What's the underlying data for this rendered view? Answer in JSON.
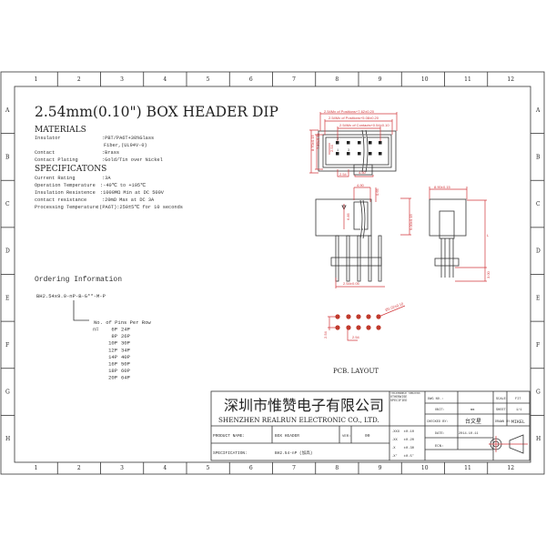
{
  "title": "2.54mm(0.10\") BOX HEADER DIP",
  "grid": {
    "columns": [
      "1",
      "2",
      "3",
      "4",
      "5",
      "6",
      "7",
      "8",
      "9",
      "10",
      "11",
      "12"
    ],
    "rows": [
      "A",
      "B",
      "C",
      "D",
      "E",
      "F",
      "G",
      "H"
    ]
  },
  "materials": {
    "heading": "MATERIALS",
    "items": [
      {
        "label": "Insulator",
        "value": ":PBT/PA6T+30%Glass"
      },
      {
        "label": "",
        "value": "Fiber,(UL94V-0)"
      },
      {
        "label": "Contact",
        "value": ":Brass"
      },
      {
        "label": "Contact Plating",
        "value": ":Gold/Tin over Nickel"
      }
    ]
  },
  "specifications": {
    "heading": "SPECIFICATONS",
    "items": [
      {
        "label": "Current Rating",
        "value": ":3A"
      },
      {
        "label": "Operation Temperature",
        "value": ":-40℃ to +105℃"
      },
      {
        "label": "Insulation Resistence",
        "value": ":1000MΩ Min at DC 500V"
      },
      {
        "label": "contact resistance",
        "value": ":20mΩ Max at DC 3A"
      },
      {
        "label": "Processing Temperature",
        "value": ":(PA6T):250±5℃ for 10 seconds"
      }
    ]
  },
  "ordering": {
    "heading": "Ordering Information",
    "code": "BH2.54x9.0-nP-B-G**-M-P",
    "pins_heading": "No. of Pins Per Row",
    "prefix": "n=",
    "pins_col1": [
      "6P",
      "8P",
      "10P",
      "12P",
      "14P",
      "16P",
      "18P",
      "20P"
    ],
    "pins_col2": [
      "24P",
      "26P",
      "30P",
      "34P",
      "40P",
      "50P",
      "60P",
      "64P"
    ]
  },
  "dimensions": {
    "top_a": "2.54Mx of Positions+7.62±0.20",
    "top_b": "2.54Mx of Positions+5.08±0.20",
    "top_c": "2.54Mx of Contacts+0.54±0.10",
    "height_a": "8.70±0.15",
    "height_b": "7.50±0.15",
    "pitch_v": "2.54",
    "pitch_h": "2.54",
    "key": "4.50",
    "pin1": "1",
    "pin2": "2",
    "pin3": "3",
    "front_key": "4.90",
    "front_key_h": "0.65",
    "front_inner": "6.85",
    "front_height": "9.00±0.15",
    "front_pitch": "2.54±0.05",
    "side_width": "8.90±0.15",
    "side_height": "L",
    "side_tail": "3.00",
    "pcb_hole": "Ø1.02±0.10",
    "pcb_pitch_v": "2.54",
    "pcb_pitch_h": "2.54",
    "pcb_label": "PCB. LAYOUT"
  },
  "title_block": {
    "company_cn": "深圳市惟赞电子有限公司",
    "company_en": "SHENZHEN REALRUN ELECTRONIC CO., LTD.",
    "tolerance_label": "TOLERANCE UNLESS OTHERWISE SPECIFIED",
    "tolerances": [
      ".XXX  ±0.10",
      ".XX   ±0.20",
      ".X    ±0.30",
      ".X°   ±0.5°"
    ],
    "dwg_no_label": "DWG NO.:",
    "dwg_no": "",
    "unit_label": "UNIT:",
    "unit": "mm",
    "checked_label": "CHECKED BY:",
    "checked": "台文星",
    "date_label": "DATE:",
    "date": "2014.10.11",
    "ecn_label": "ECN:",
    "scale_label": "SCALE:",
    "scale": "FIT",
    "sheet_label": "SHEET:",
    "sheet": "1/1",
    "drawn_label": "DRAWN BY:",
    "drawn": "MIKEL",
    "product_label": "PRODUCT NAME:",
    "product": "BOX HEADER",
    "ver_label": "VER:",
    "ver": "00",
    "spec_label": "SPECIFICATION:",
    "spec": "BH2.54-nP (加高)"
  }
}
